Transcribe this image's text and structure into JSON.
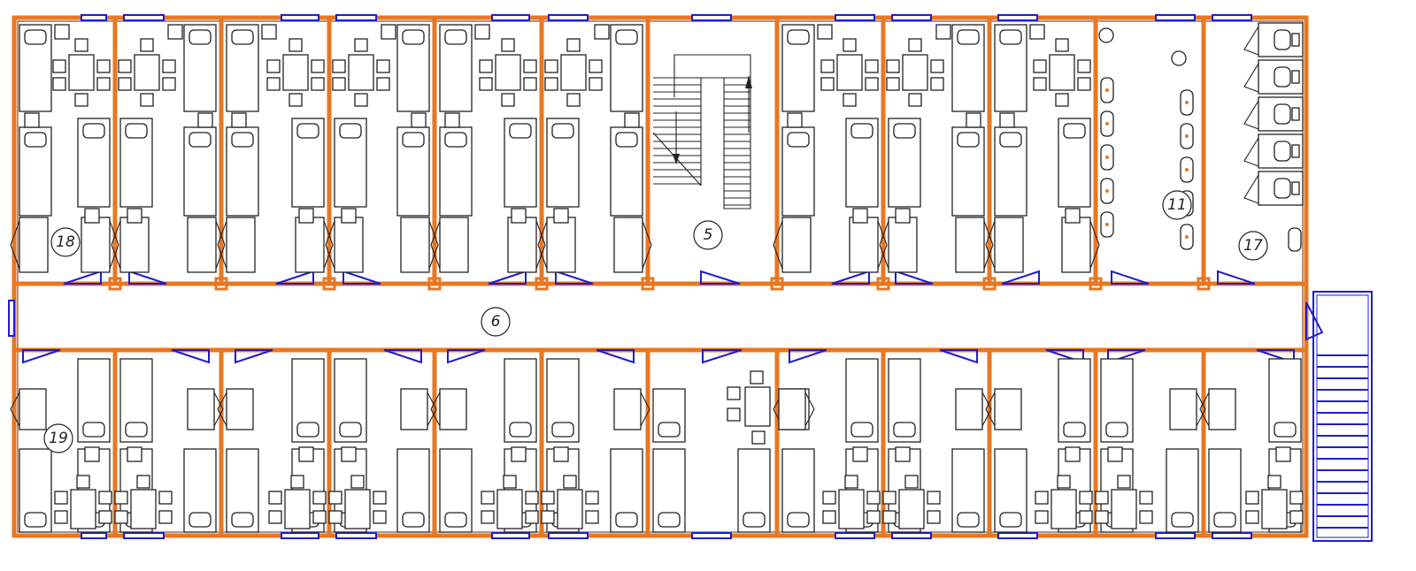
{
  "plan": {
    "room_labels": [
      {
        "key": "corridor",
        "text": "6"
      },
      {
        "key": "stair",
        "text": "5"
      },
      {
        "key": "washroom",
        "text": "11"
      },
      {
        "key": "toilet",
        "text": "17"
      },
      {
        "key": "top_room",
        "text": "18"
      },
      {
        "key": "bottom_room",
        "text": "19"
      }
    ],
    "colors": {
      "wall": "#e87722",
      "window": "#1d1dcf",
      "furniture": "#222222"
    },
    "icons": [
      "bed-icon",
      "table-icon",
      "chair-icon",
      "wardrobe-icon",
      "toilet-icon",
      "washbasin-icon",
      "stair-arrow-icon"
    ]
  }
}
